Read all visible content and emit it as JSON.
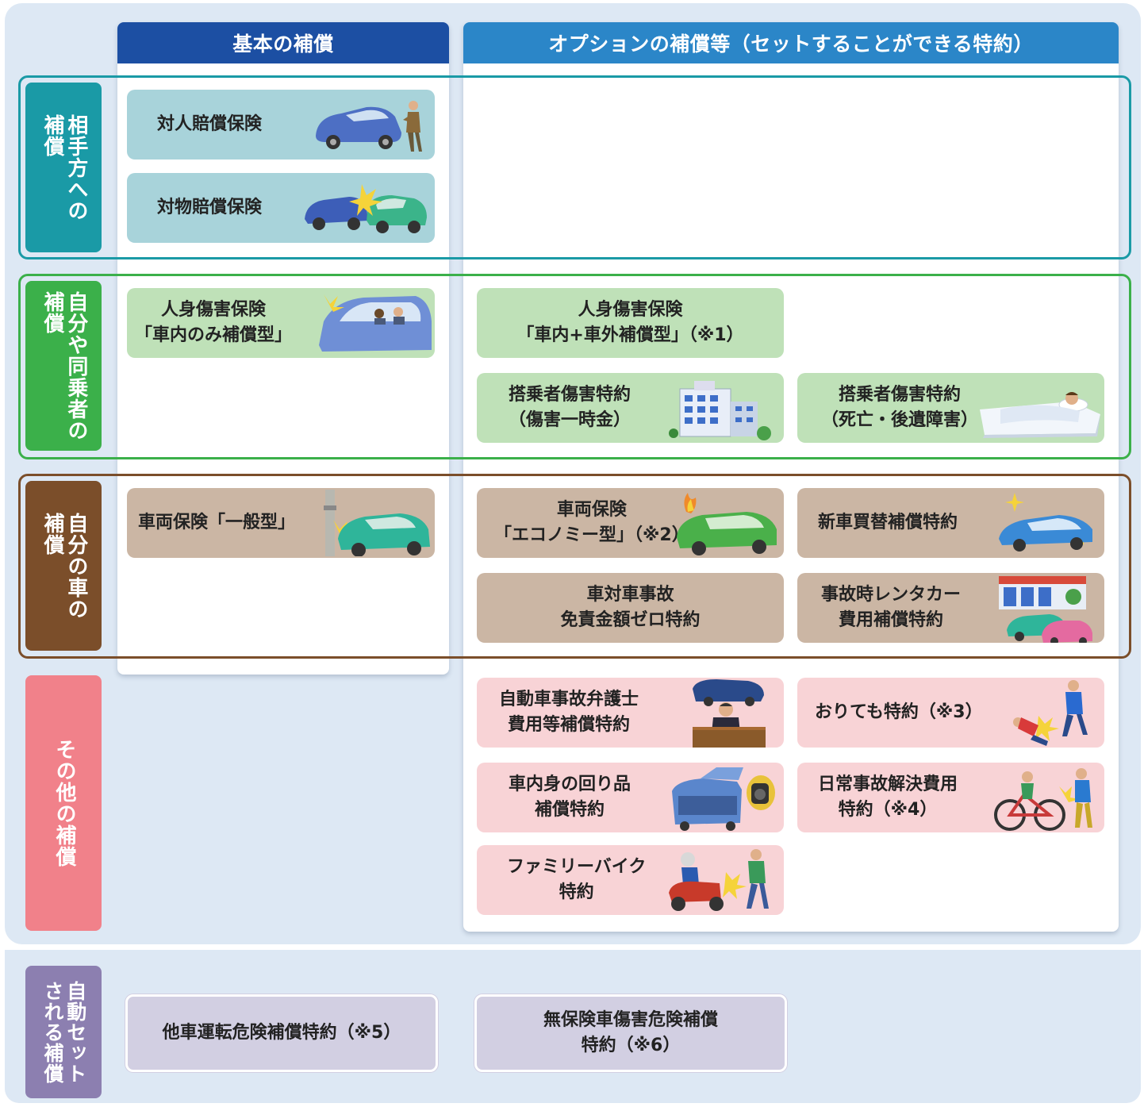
{
  "headers": {
    "basic": "基本の補償",
    "option": "オプションの補償等（セットすることができる特約）"
  },
  "sides": {
    "third_party": "相手方への\n補償",
    "self": "自分や同乗者の\n補償",
    "car": "自分の車の\n補償",
    "other": "その他の補償",
    "auto": "自動セット\nされる補償"
  },
  "cards": {
    "bodily_injury": "対人賠償保険",
    "property_damage": "対物賠償保険",
    "personal_injury_basic": "人身傷害保険\n「車内のみ補償型」",
    "personal_injury_option": "人身傷害保険\n「車内+車外補償型」（※1）",
    "passenger_lump": "搭乗者傷害特約\n（傷害一時金）",
    "passenger_death": "搭乗者傷害特約\n（死亡・後遺障害）",
    "vehicle_general": "車両保険「一般型」",
    "vehicle_economy": "車両保険\n「エコノミー型」（※2）",
    "new_car": "新車買替補償特約",
    "zero_deductible": "車対車事故\n免責金額ゼロ特約",
    "rental_car": "事故時レンタカー\n費用補償特約",
    "lawyer": "自動車事故弁護士\n費用等補償特約",
    "oritemo": "おりても特約（※3）",
    "belongings": "車内身の回り品\n補償特約",
    "daily_accident": "日常事故解決費用\n特約（※4）",
    "family_bike": "ファミリーバイク\n特約",
    "other_car": "他車運転危険補償特約（※5）",
    "uninsured": "無保険車傷害危険補償\n特約（※6）"
  },
  "colors": {
    "basic_header": "#1c4fa3",
    "option_header": "#2b86c8",
    "third_party": "#1a9aa6",
    "self": "#3bb04a",
    "car": "#7b4e2a",
    "other": "#f1818a",
    "auto": "#8c7fb0"
  }
}
